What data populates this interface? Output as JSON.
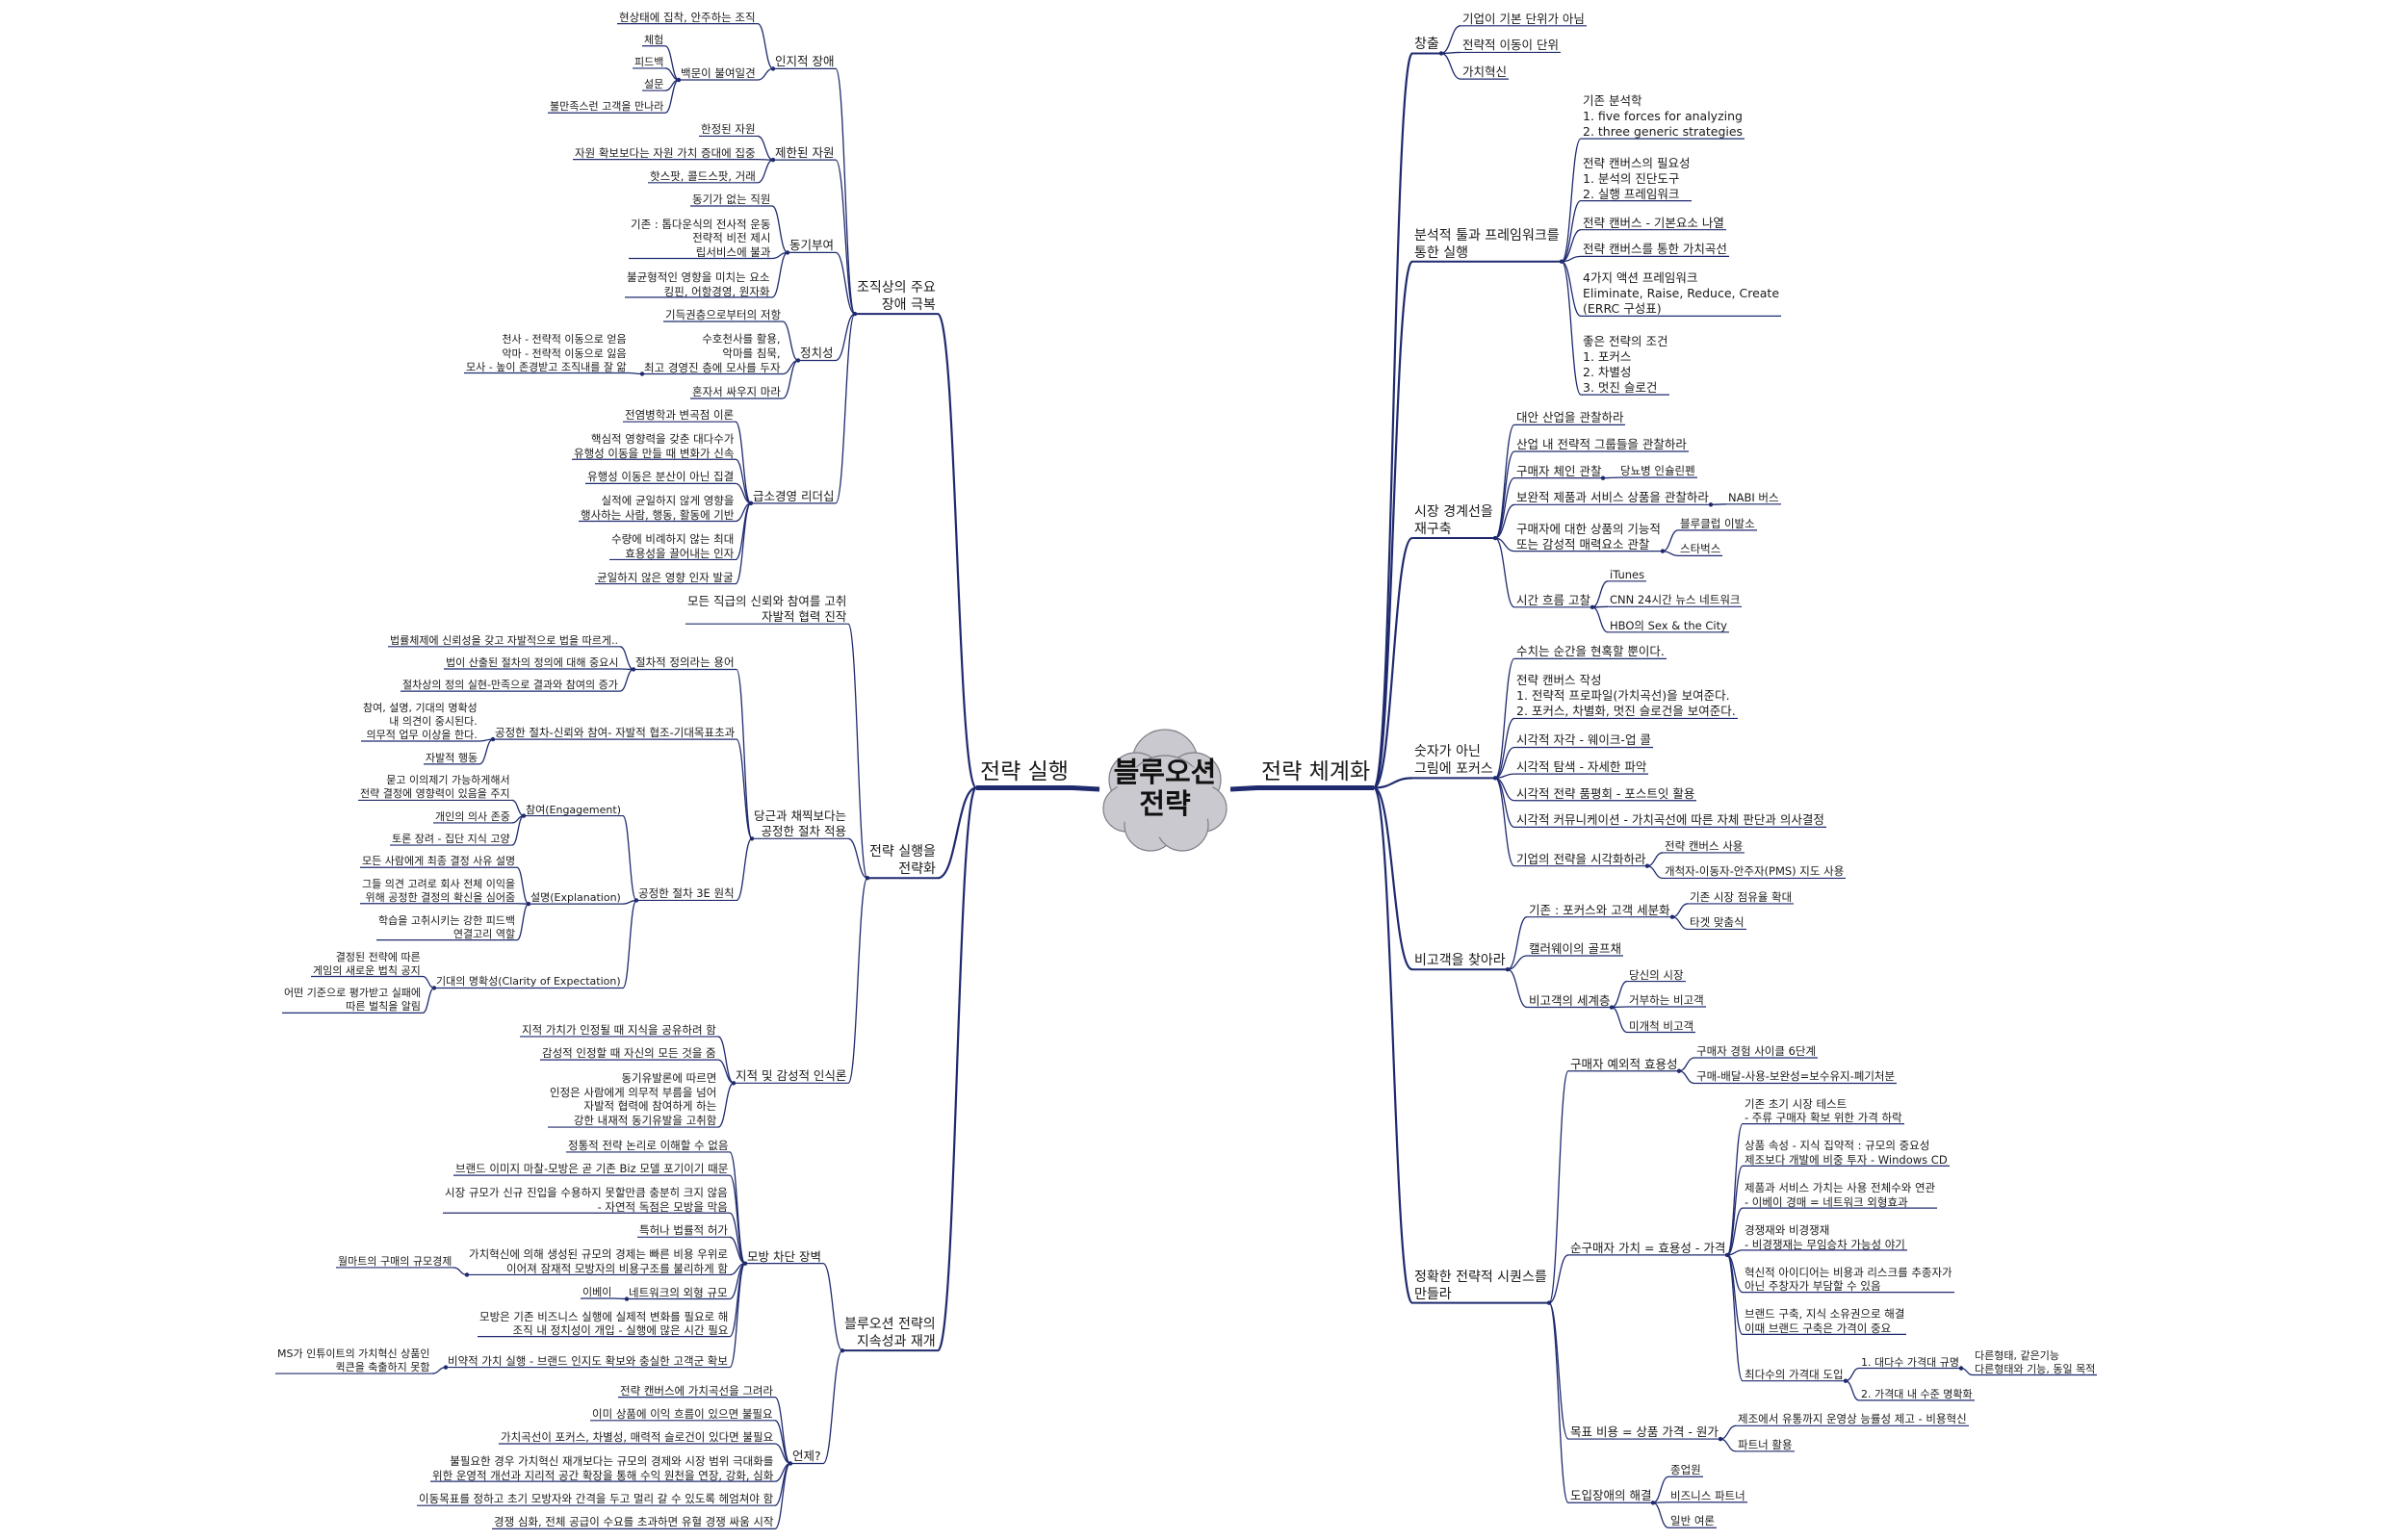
{
  "center": {
    "label": "블루오션\n전략"
  },
  "colors": {
    "line": "#1f2a6e",
    "cloud_fill": "#c9c9cf",
    "cloud_stroke": "#7e7e88"
  },
  "left": [
    {
      "label": "전략 실행",
      "children": [
        {
          "label": "조직상의 주요\n장애 극복",
          "children": [
            {
              "label": "인지적 장애",
              "children": [
                {
                  "label": "현상태에 집착, 안주하는 조직"
                },
                {
                  "label": "백문이 불여일견",
                  "children": [
                    {
                      "label": "체험"
                    },
                    {
                      "label": "피드백"
                    },
                    {
                      "label": "설문"
                    },
                    {
                      "label": "불만족스런 고객을 만나라"
                    }
                  ]
                }
              ]
            },
            {
              "label": "제한된 자원",
              "children": [
                {
                  "label": "한정된 자원"
                },
                {
                  "label": "자원 확보보다는 자원 가치 증대에 집중"
                },
                {
                  "label": "핫스팟, 콜드스팟, 거래"
                }
              ]
            },
            {
              "label": "동기부여",
              "children": [
                {
                  "label": "동기가 없는 직원"
                },
                {
                  "label": "기존 : 톱다운식의 전사적 운동\n전략적 비전 제시\n립서비스에 불과"
                },
                {
                  "label": "불균형적인 영향을 미치는 요소\n킹핀, 어항경영, 원자화"
                }
              ]
            },
            {
              "label": "정치성",
              "children": [
                {
                  "label": "기득권층으로부터의 저항"
                },
                {
                  "label": "수호천사를 활용,\n악마를 침묵,\n최고 경영진 층에 모사를 두자",
                  "children": [
                    {
                      "label": "천사 - 전략적 이동으로 얻음\n악마 - 전략적 이동으로 잃음\n모사 - 높이 존경받고 조직내를 잘 앎"
                    }
                  ]
                },
                {
                  "label": "혼자서 싸우지 마라"
                }
              ]
            },
            {
              "label": "급소경영 리더십",
              "children": [
                {
                  "label": "전염병학과 변곡점 이론"
                },
                {
                  "label": "핵심적 영향력을 갖춘 대다수가\n유행성 이동을 만들 때 변화가 신속"
                },
                {
                  "label": "유행성 이동은 분산이 아닌 집결"
                },
                {
                  "label": "실적에 균일하지 않게 영향을\n행사하는 사람, 행동, 활동에 기반"
                },
                {
                  "label": "수량에 비례하지 않는 최대\n효용성을 끌어내는 인자"
                },
                {
                  "label": "균일하지 않은 영향 인자 발굴"
                }
              ]
            }
          ]
        },
        {
          "label": "전략 실행을\n전략화",
          "children": [
            {
              "label": "모든 직급의 신뢰와 참여를 고취\n자발적 협력 진작"
            },
            {
              "label": "당근과 채찍보다는\n공정한 절차 적용",
              "children": [
                {
                  "label": "절차적 정의라는 용어",
                  "children": [
                    {
                      "label": "법률체제에 신뢰성을 갖고 자발적으로 법을 따르게.."
                    },
                    {
                      "label": "법이 산출된 절차의 정의에 대해 중요시"
                    },
                    {
                      "label": "절차상의 정의 실현-만족으로 결과와 참여의 증가"
                    }
                  ]
                },
                {
                  "label": "공정한 절차-신뢰와 참여- 자발적 협조-기대목표초과",
                  "children": [
                    {
                      "label": "참여, 설명, 기대의 명확성\n내 의견이 중시된다.\n의무적 업무 이상을 한다."
                    },
                    {
                      "label": "자발적 행동"
                    }
                  ]
                },
                {
                  "label": "공정한 절차 3E 원칙",
                  "children": [
                    {
                      "label": "참여(Engagement)",
                      "children": [
                        {
                          "label": "묻고 이의제기 가능하게해서\n전략 결정에 영향력이 있음을 주지"
                        },
                        {
                          "label": "개인의 의사 존중"
                        },
                        {
                          "label": "토론 장려 - 집단 지식 고양"
                        }
                      ]
                    },
                    {
                      "label": "설명(Explanation)",
                      "children": [
                        {
                          "label": "모든 사람에게 최종 결정 사유 설명"
                        },
                        {
                          "label": "그들 의견 고려로 회사 전체 이익을\n위해 공정한 결정의 확신을 심어줌"
                        },
                        {
                          "label": "학습을 고취시키는 강한 피드백\n연결고리 역할"
                        }
                      ]
                    },
                    {
                      "label": "기대의 명확성(Clarity of Expectation)",
                      "children": [
                        {
                          "label": "결정된 전략에 따른\n게임의 새로운 법칙 공지"
                        },
                        {
                          "label": "어떤 기준으로 평가받고 실패에\n따른 벌칙을 알림"
                        }
                      ]
                    }
                  ]
                }
              ]
            },
            {
              "label": "지적 및 감성적 인식론",
              "children": [
                {
                  "label": "지적 가치가 인정될 때 지식을 공유하려 함"
                },
                {
                  "label": "감성적 인정할 때 자신의 모든 것을 줌"
                },
                {
                  "label": "동기유발론에 따르면\n인정은 사람에게 의무적 부름을 넘어\n자발적 협력에 참여하게 하는\n강한 내재적 동기유발을 고취함"
                }
              ]
            }
          ]
        },
        {
          "label": "블루오션 전략의\n지속성과 재개",
          "children": [
            {
              "label": "모방 차단 장벽",
              "children": [
                {
                  "label": "정통적 전략 논리로 이해할 수 없음"
                },
                {
                  "label": "브랜드 이미지 마찰-모방은 곧 기존 Biz 모델 포기이기 때문"
                },
                {
                  "label": "시장 규모가 신규 진입을 수용하지 못할만큼 충분히 크지 않음\n- 자연적 독점은 모방을 막음"
                },
                {
                  "label": "특허나 법률적 허가"
                },
                {
                  "label": "가치혁신에 의해 생성된 규모의 경제는 빠른 비용 우위로\n이어져 잠재적 모방자의 비용구조를 불리하게 함",
                  "children": [
                    {
                      "label": "월마트의 구매의 규모경제"
                    }
                  ]
                },
                {
                  "label": "네트워크의 외형 규모",
                  "children": [
                    {
                      "label": "이베이"
                    }
                  ]
                },
                {
                  "label": "모방은 기존 비즈니스 실행에 실제적 변화를 필요로 해\n조직 내 정치성이 개입 - 실행에 많은 시간 필요"
                },
                {
                  "label": "비약적 가치 실행 - 브랜드 인지도 확보와 충실한 고객군 확보",
                  "children": [
                    {
                      "label": "MS가 인튜이트의 가치혁신 상품인\n퀵큰을 축출하지 못함"
                    }
                  ]
                }
              ]
            },
            {
              "label": "언제?",
              "children": [
                {
                  "label": "전략 캔버스에 가치곡선을 그려라"
                },
                {
                  "label": "이미 상품에 이익 흐름이 있으면 불필요"
                },
                {
                  "label": "가치곡선이 포커스, 차별성, 매력적 슬로건이 있다면 불필요"
                },
                {
                  "label": "불필요한 경우 가치혁신 재개보다는 규모의 경제와 시장 범위 극대화를\n위한 운영적 개선과 지리적 공간 확장을 통해 수익 원천을 연장, 강화, 심화"
                },
                {
                  "label": "이동목표를 정하고 초기 모방자와 간격을 두고 멀리 갈 수 있도록 헤엄쳐야 함"
                },
                {
                  "label": "경쟁 심화, 전체 공급이 수요를 초과하면 유혈 경쟁 싸움 시작"
                }
              ]
            }
          ]
        }
      ]
    }
  ],
  "right": [
    {
      "label": "전략 체계화",
      "children": [
        {
          "label": "창출",
          "children": [
            {
              "label": "기업이 기본 단위가 아님"
            },
            {
              "label": "전략적 이동이 단위"
            },
            {
              "label": "가치혁신"
            }
          ]
        },
        {
          "label": "분석적 툴과 프레임워크를\n통한 실행",
          "children": [
            {
              "label": "기존 분석학\n1. five forces for analyzing\n2. three generic strategies"
            },
            {
              "label": "전략 캔버스의 필요성\n1. 분석의 진단도구\n2. 실행 프레임워크"
            },
            {
              "label": "전략 캔버스 - 기본요소 나열"
            },
            {
              "label": "전략 캔버스를 통한 가치곡선"
            },
            {
              "label": "4가지 액션 프레임워크\nEliminate, Raise, Reduce, Create\n(ERRC 구성표)"
            },
            {
              "label": "좋은 전략의 조건\n1. 포커스\n2. 차별성\n3. 멋진 슬로건"
            }
          ]
        },
        {
          "label": "시장 경계선을\n재구축",
          "children": [
            {
              "label": "대안 산업을 관찰하라"
            },
            {
              "label": "산업 내 전략적 그룹들을 관찰하라"
            },
            {
              "label": "구매자 체인 관찰",
              "children": [
                {
                  "label": "당뇨병 인슐린펜"
                }
              ]
            },
            {
              "label": "보완적 제품과 서비스 상품을 관찰하라",
              "children": [
                {
                  "label": "NABI 버스"
                }
              ]
            },
            {
              "label": "구매자에 대한 상품의 기능적\n또는 감성적 매력요소 관찰",
              "children": [
                {
                  "label": "블루클럽 이발소"
                },
                {
                  "label": "스타벅스"
                }
              ]
            },
            {
              "label": "시간 흐름 고찰",
              "children": [
                {
                  "label": "iTunes"
                },
                {
                  "label": "CNN 24시간 뉴스 네트워크"
                },
                {
                  "label": "HBO의 Sex & the City"
                }
              ]
            }
          ]
        },
        {
          "label": "숫자가 아닌\n그림에 포커스",
          "children": [
            {
              "label": "수치는 순간을 현혹할 뿐이다."
            },
            {
              "label": "전략 캔버스 작성\n1. 전략적 프로파일(가치곡선)을 보여준다.\n2. 포커스, 차별화, 멋진 슬로건을 보여준다."
            },
            {
              "label": "시각적 자각 - 웨이크-업 콜"
            },
            {
              "label": "시각적 탐색 - 자세한 파악"
            },
            {
              "label": "시각적 전략 품평회 - 포스트잇 활용"
            },
            {
              "label": "시각적 커뮤니케이션 - 가치곡선에 따른 자체 판단과 의사결정"
            },
            {
              "label": "기업의 전략을 시각화하라",
              "children": [
                {
                  "label": "전략 캔버스 사용"
                },
                {
                  "label": "개척자-이동자-안주자(PMS) 지도 사용"
                }
              ]
            }
          ]
        },
        {
          "label": "비고객을 찾아라",
          "children": [
            {
              "label": "기존 : 포커스와 고객 세분화",
              "children": [
                {
                  "label": "기존 시장 점유율 확대"
                },
                {
                  "label": "타겟 맞춤식"
                }
              ]
            },
            {
              "label": "캘러웨이의 골프채"
            },
            {
              "label": "비고객의 세계층",
              "children": [
                {
                  "label": "당신의 시장"
                },
                {
                  "label": "거부하는 비고객"
                },
                {
                  "label": "미개척 비고객"
                }
              ]
            }
          ]
        },
        {
          "label": "정확한 전략적 시퀀스를\n만들라",
          "children": [
            {
              "label": "구매자 예외적 효용성",
              "children": [
                {
                  "label": "구매자 경험 사이클 6단계"
                },
                {
                  "label": "구매-배달-사용-보완성=보수유지-폐기처분"
                }
              ]
            },
            {
              "label": "순구매자 가치 = 효용성 - 가격",
              "children": [
                {
                  "label": "기존 초기 시장 테스트\n- 주류 구매자 확보 위한 가격 하락"
                },
                {
                  "label": "상품 속성 - 지식 집약적 : 규모의 중요성\n제조보다 개발에 비중 투자 - Windows CD"
                },
                {
                  "label": "제품과 서비스 가치는 사용 전체수와 연관\n- 이베이 경매 = 네트워크 외형효과"
                },
                {
                  "label": "경쟁재와 비경쟁재\n- 비경쟁재는 무임승차 가능성 야기"
                },
                {
                  "label": "혁신적 아이디어는 비용과 리스크를 추종자가\n아닌 주창자가 부담할 수 있음"
                },
                {
                  "label": "브랜드 구축, 지식 소유권으로 해결\n이때 브랜드 구축은 가격이 중요"
                },
                {
                  "label": "최다수의 가격대 도입",
                  "children": [
                    {
                      "label": "1. 대다수 가격대 규명",
                      "children": [
                        {
                          "label": "다른형태, 같은기능\n다른형태와 기능, 동일 목적"
                        }
                      ]
                    },
                    {
                      "label": "2. 가격대 내 수준 명확화"
                    }
                  ]
                }
              ]
            },
            {
              "label": "목표 비용 = 상품 가격 - 원가",
              "children": [
                {
                  "label": "제조에서 유통까지 운영상 능률성 제고 - 비용혁신"
                },
                {
                  "label": "파트너 활용"
                }
              ]
            },
            {
              "label": "도입장애의 해결",
              "children": [
                {
                  "label": "종업원"
                },
                {
                  "label": "비즈니스 파트너"
                },
                {
                  "label": "일반 여론"
                }
              ]
            }
          ]
        }
      ]
    }
  ]
}
